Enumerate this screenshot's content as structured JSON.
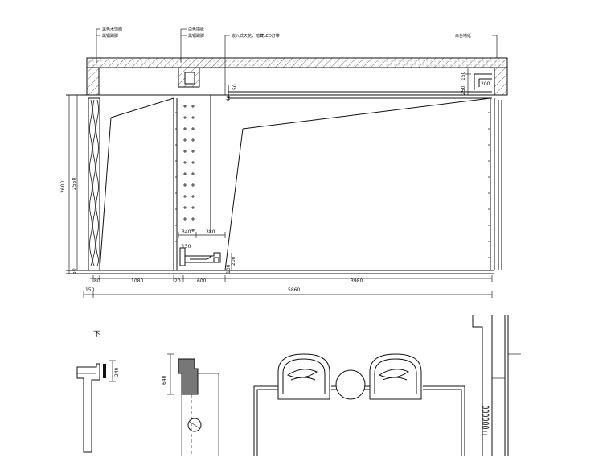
{
  "annotations": {
    "left_1": "黑色木饰面",
    "left_2": "黑钢踢脚",
    "mid_1": "白色墙纸",
    "mid_2": "黑钢踢脚",
    "center": "嵌入式天花，暗藏LED灯带",
    "right": "白色墙纸"
  },
  "dimensions": {
    "height_total": "2600",
    "height_inner": "2550",
    "base_50": "50",
    "bottom_80": "80",
    "bottom_1080": "1080",
    "bottom_20": "20",
    "bottom_600": "600",
    "bottom_3980": "3980",
    "overall_150": "150",
    "overall_5860": "5860",
    "detail_340": "340",
    "detail_380": "380",
    "detail_150": "150",
    "detail_100": "100",
    "detail_200": "200",
    "ceiling_50": "50",
    "ceiling_40": "40",
    "right_150": "150",
    "right_200": "200",
    "right_250": "250",
    "small_240": "240",
    "small_640": "640"
  },
  "labels": {
    "under": "下"
  }
}
